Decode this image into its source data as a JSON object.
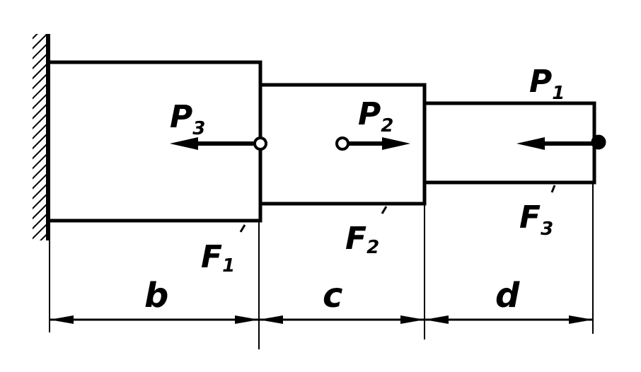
{
  "labels": {
    "p1": "P",
    "p1_sub": "1",
    "p2": "P",
    "p2_sub": "2",
    "p3": "P",
    "p3_sub": "3",
    "f1": "F",
    "f1_sub": "1",
    "f2": "F",
    "f2_sub": "2",
    "f3": "F",
    "f3_sub": "3",
    "dim_b": "b",
    "dim_c": "c",
    "dim_d": "d"
  },
  "colors": {
    "ink": "#000000",
    "paper": "#ffffff"
  }
}
